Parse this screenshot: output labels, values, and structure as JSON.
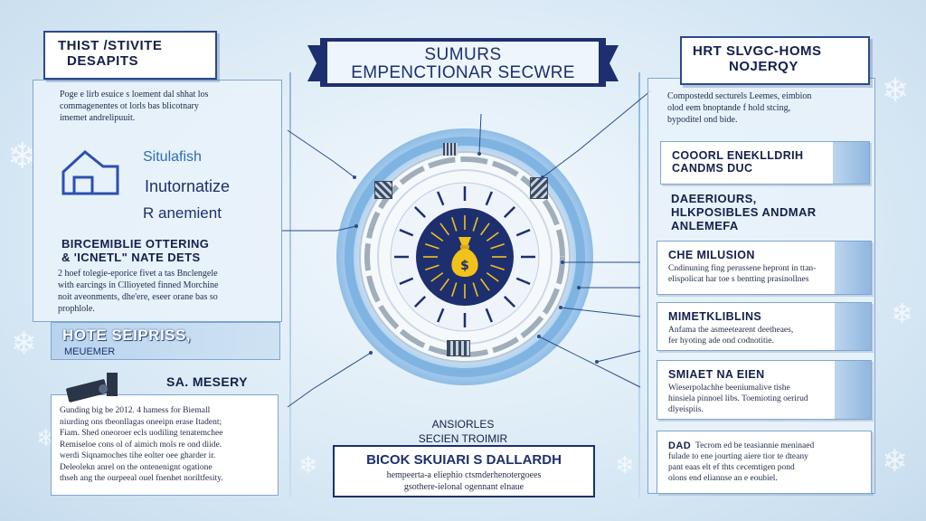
{
  "center_banner": {
    "line1": "SUMURS",
    "line2": "EMPENCTIONAR SECWRE"
  },
  "left_top": {
    "title_line1": "THIST /STIVITE",
    "title_line2": "DESAPITS",
    "text": [
      "Poge e lirb esuice s loement dal shhat los",
      "commagenentes ot lorls bas blicotnary",
      "imemet andrelipuuit."
    ]
  },
  "left_icon_block": {
    "icon": "house-outline-icon",
    "label1": "Situlafish",
    "label2": "Inutornatize",
    "label3": "R anemient"
  },
  "left_middle": {
    "heading_line1": "BIRCEMIBLIE OTTERING",
    "heading_line2": "& 'ICNETL\" NATE DETS",
    "text": [
      "2 hoef tolegie-eporice fivet a tas Bnclengele",
      "with earcings in Cllioyeted finned Morchine",
      "noit aveonments, dhe'ere, eseer orane bas so",
      "prophlole."
    ]
  },
  "left_strip": {
    "heading": "HOTE SEIPRISS,",
    "sub": "MEUEMER"
  },
  "left_bottom": {
    "icon": "camera-icon",
    "heading": "SA. MESERY",
    "text": [
      "Gunding big be 2012. 4 hamess for Biemall",
      "niurding ons tbeonllagas oneeipn erase Itadent;",
      "Fiam. Shed oneoroer ecls uodiling tenatemchee",
      "Remiseloe cons ol of aimich mols re ond diide.",
      "werdi Siqnamoches tihe eolter oee gharder ir.",
      "Deleolekn anrel on the ontenenignt ogatione",
      "thseh ang the ourpeeal ouel fnenhet noriltfesity."
    ]
  },
  "right_top": {
    "title_line1": "HRT SLVGC-HOMS",
    "title_line2": "NOJERQY",
    "text": [
      "Compostedd secturels Leemes, eimbion",
      "olod eem bnoptande f hold stcing,",
      "bypoditel ond bide."
    ]
  },
  "right_items": [
    {
      "heading": [
        "COOORL ENEKLLDRIH",
        "CANDMS DUC"
      ],
      "text": []
    },
    {
      "heading": [
        "DAEERIOURS,",
        "HLKPOSIBLES ANDMAR",
        "ANLEMEFA"
      ],
      "text": []
    },
    {
      "heading": [
        "CHE MILUSION"
      ],
      "text": [
        "Cndinuning fing perussene hepront in ttan-",
        "elispolicat har toe s bentting prasinollnes"
      ]
    },
    {
      "heading": [
        "MIMETKLIBLINS"
      ],
      "text": [
        "Anfama the asmeetearent deetheaes,",
        "fer hyoting ade ond codnotitie."
      ]
    },
    {
      "heading": [
        "SMIAET NA EIEN"
      ],
      "text": [
        "Wieserpolachhe beeniumalive tishe",
        "hinsiela pinnoel libs. Toemioting oerirud",
        "dlyeispiis."
      ]
    },
    {
      "heading": [
        "DAD"
      ],
      "text": [
        "Tecrom ed be teasiannie meninaed",
        "fulade to ene jourting aiere tior te dteany",
        "pant eaas elt ef thts cecemtigen pond",
        "olons end eliannse an e eoubiel."
      ]
    }
  ],
  "bottom_center": {
    "label1": "ANSIORLES",
    "label2": "SECIEN TROIMIR",
    "box_heading": "BICOK SKUIARI S DALLARDH",
    "box_text1": "hempeerta-a eliephio ctsmderhenotergoees",
    "box_text2": "gsothere-ielonal ogennant elnaue"
  },
  "center_icon": "money-bag-icon",
  "colors": {
    "navy": "#1d2f6f",
    "gold": "#f2c21b",
    "accent_blue": "#2d6fb8",
    "light_panel": "#e9f2fa"
  }
}
